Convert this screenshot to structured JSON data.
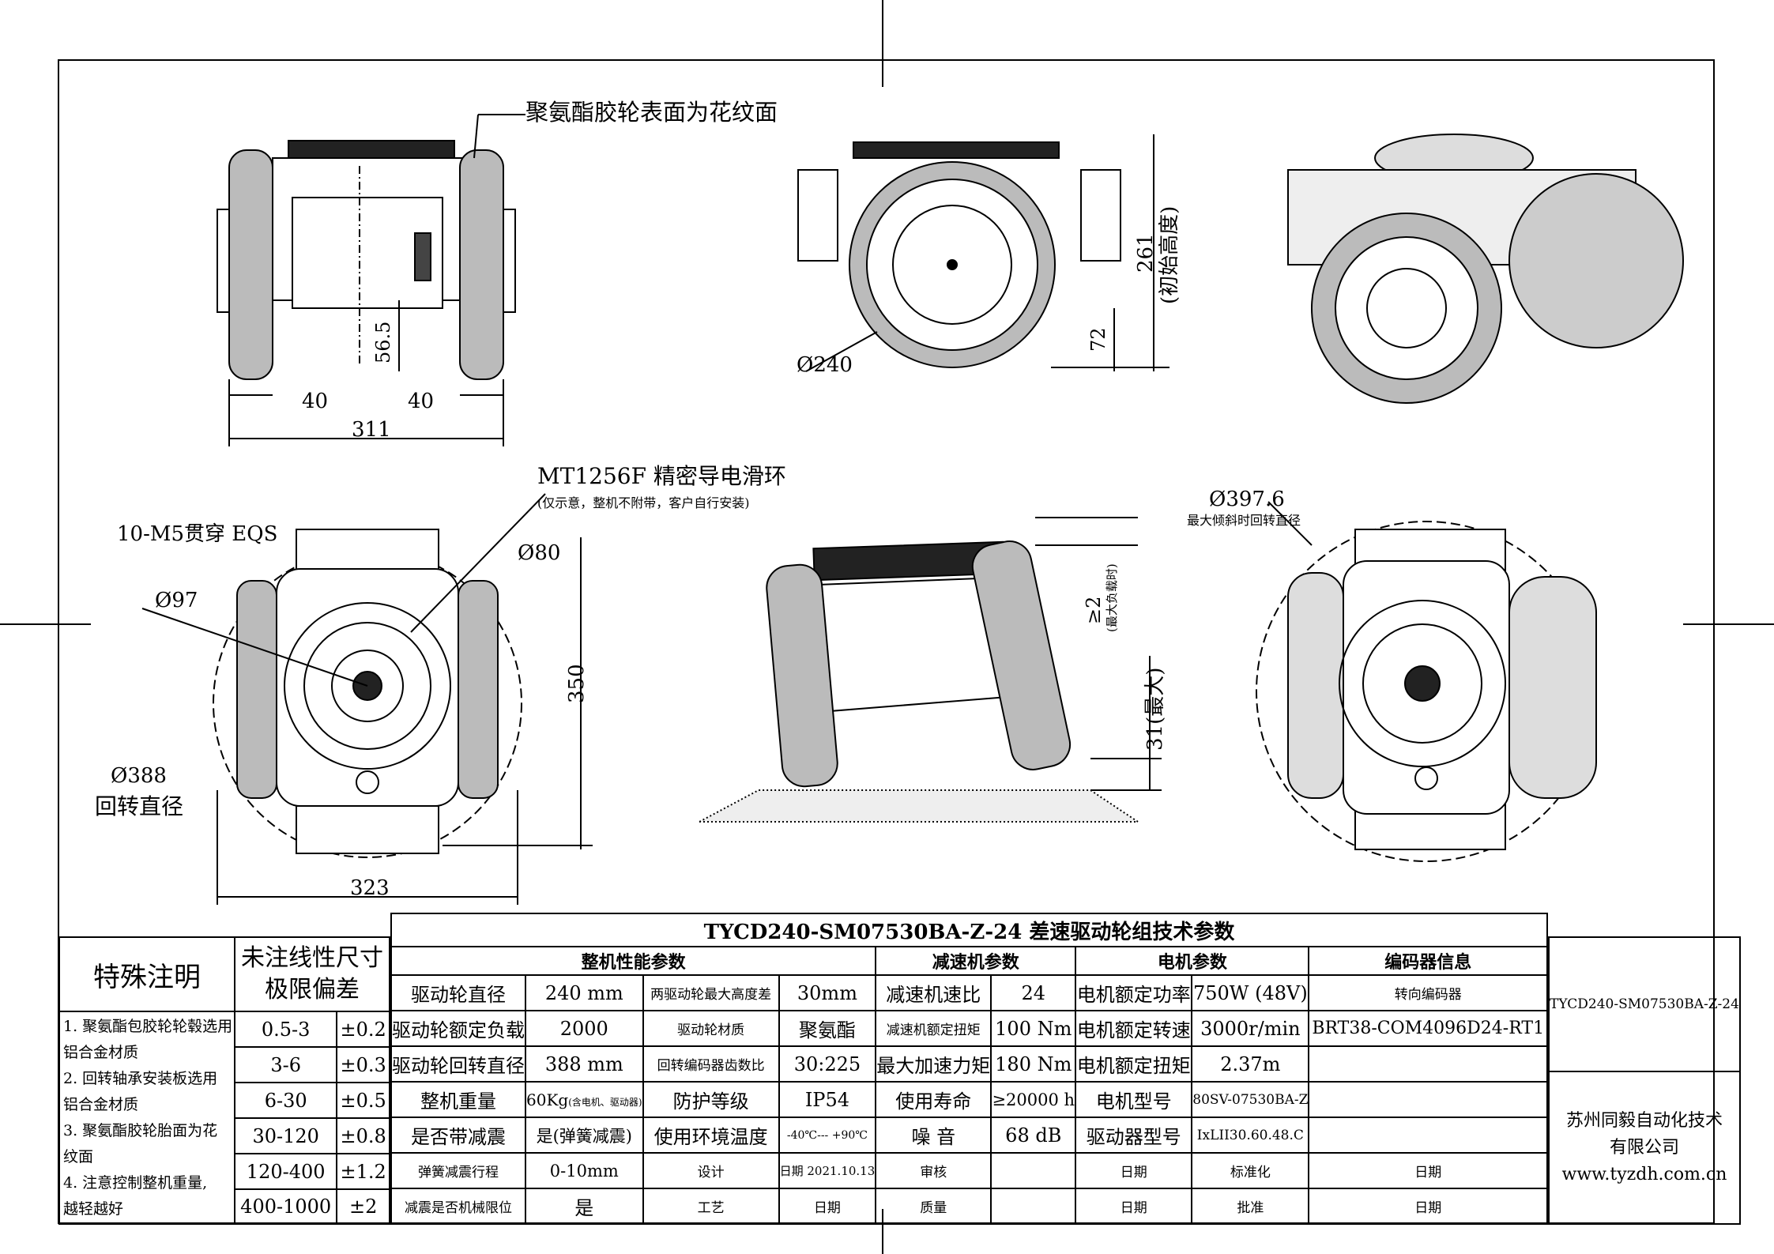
{
  "views": {
    "front": {
      "callout": "聚氨酯胶轮表面为花纹面",
      "dims": {
        "w1": "40",
        "w2": "40",
        "total": "311",
        "h": "56.5"
      }
    },
    "side": {
      "dims": {
        "dia": "Ø240",
        "h72": "72",
        "h261": "261",
        "init": "(初始高度)"
      }
    },
    "top": {
      "slip": "MT1256F 精密导电滑环",
      "slip_note": "(仅示意，整机不附带，客户自行安装)",
      "holes": "10-M5贯穿 EQS",
      "d97": "Ø97",
      "d80": "Ø80",
      "d388": "Ø388",
      "d388_label": "回转直径",
      "h350": "350",
      "w323": "323"
    },
    "tilt": {
      "d2": "≥2",
      "d2_note": "(最大负载时)",
      "d31": "31(最大)"
    },
    "bottom": {
      "d397": "Ø397.6",
      "d397_note": "最大倾斜时回转直径"
    }
  },
  "title_block": {
    "title": "TYCD240-SM07530BA-Z-24  差速驱动轮组技术参数",
    "special_notes_title": "特殊注明",
    "tolerance_title_1": "未注线性尺寸",
    "tolerance_title_2": "极限偏差",
    "notes": [
      "1. 聚氨酯包胶轮轮毂选用",
      "铝合金材质",
      "2. 回转轴承安装板选用",
      "铝合金材质",
      "3. 聚氨酯胶轮胎面为花",
      "纹面",
      "4. 注意控制整机重量,",
      "越轻越好"
    ],
    "tolerances": [
      {
        "range": "0.5-3",
        "tol": "±0.2"
      },
      {
        "range": "3-6",
        "tol": "±0.3"
      },
      {
        "range": "6-30",
        "tol": "±0.5"
      },
      {
        "range": "30-120",
        "tol": "±0.8"
      },
      {
        "range": "120-400",
        "tol": "±1.2"
      },
      {
        "range": "400-1000",
        "tol": "±2"
      }
    ],
    "sec_machine": "整机性能参数",
    "sec_reducer": "减速机参数",
    "sec_motor": "电机参数",
    "sec_encoder": "编码器信息",
    "encoder_sub": "转向编码器",
    "encoder_val": "BRT38-COM4096D24-RT1",
    "rows": [
      [
        "驱动轮直径",
        "240 mm",
        "两驱动轮最大高度差",
        "30mm",
        "减速机速比",
        "24",
        "电机额定功率",
        "750W (48V)"
      ],
      [
        "驱动轮额定负载",
        "2000",
        "驱动轮材质",
        "聚氨酯",
        "减速机额定扭矩",
        "100 Nm",
        "电机额定转速",
        "3000r/min"
      ],
      [
        "驱动轮回转直径",
        "388 mm",
        "回转编码器齿数比",
        "30:225",
        "最大加速力矩",
        "180 Nm",
        "电机额定扭矩",
        "2.37m"
      ],
      [
        "整机重量",
        "60Kg",
        "防护等级",
        "IP54",
        "使用寿命",
        "≥20000 h",
        "电机型号",
        "80SV-07530BA-Z"
      ],
      [
        "是否带减震",
        "是(弹簧减震)",
        "使用环境温度",
        "-40℃--- +90℃",
        "噪  音",
        "68 dB",
        "驱动器型号",
        "IxLII30.60.48.C"
      ]
    ],
    "weight_note": "(含电机、驱动器)",
    "spring_label": "弹簧减震行程",
    "spring_val": "0-10mm",
    "limit_label": "减震是否机械限位",
    "limit_val": "是",
    "design": "设计",
    "date": "日期",
    "date_val": "2021.10.13",
    "review": "审核",
    "standard": "标准化",
    "craft": "工艺",
    "quality": "质量",
    "approve": "批准",
    "model_code": "TYCD240-SM07530BA-Z-24",
    "company": "苏州同毅自动化技术",
    "company2": "有限公司",
    "website": "www.tyzdh.com.cn"
  }
}
